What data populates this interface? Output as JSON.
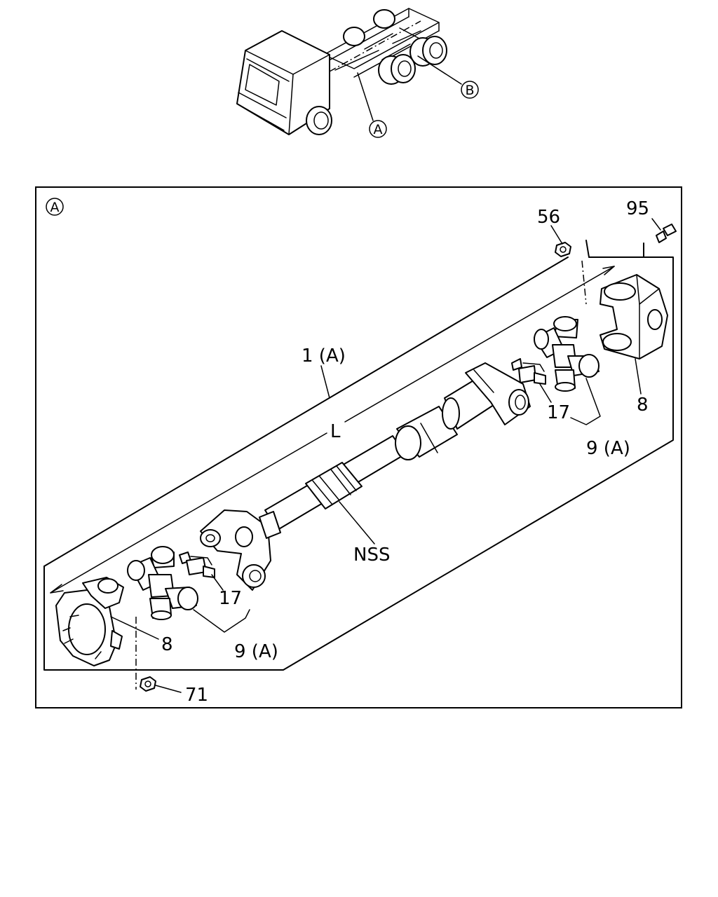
{
  "overview": {
    "callouts": [
      "A",
      "B"
    ]
  },
  "detail": {
    "view_marker": "A",
    "labels": {
      "assembly": "1 (A)",
      "length": "L",
      "nut_top": "56",
      "bolt_top": "95",
      "flange_yoke_right": "8",
      "grease_fitting_right": "17",
      "spider_kit_right": "9 (A)",
      "nss": "NSS",
      "grease_fitting_left": "17",
      "flange_yoke_left": "8",
      "spider_kit_left": "9 (A)",
      "nut_bottom": "71"
    }
  }
}
